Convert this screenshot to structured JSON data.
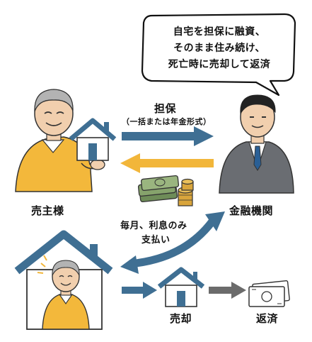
{
  "bubble": {
    "lines": [
      "自宅を担保に融資、",
      "そのまま住み続け、",
      "死亡時に売却して返済"
    ]
  },
  "labels": {
    "seller": "売主様",
    "bank": "金融機関",
    "collateral": "担保",
    "collateral_note": "（一括または年金形式）",
    "monthly_1": "毎月、利息のみ",
    "monthly_2": "支払い",
    "sale": "売却",
    "repay": "返済"
  },
  "colors": {
    "house_blue": "#3f6f93",
    "arrow_yellow": "#f2b63a",
    "arrow_blue": "#3f6f93",
    "arrow_gray": "#6b6b6b",
    "shirt_yellow": "#f3b83b",
    "suit_gray": "#6a6d72",
    "tie_blue": "#2a5f95",
    "money_green": "#6e8c58",
    "coin_gold": "#d9a53c"
  }
}
